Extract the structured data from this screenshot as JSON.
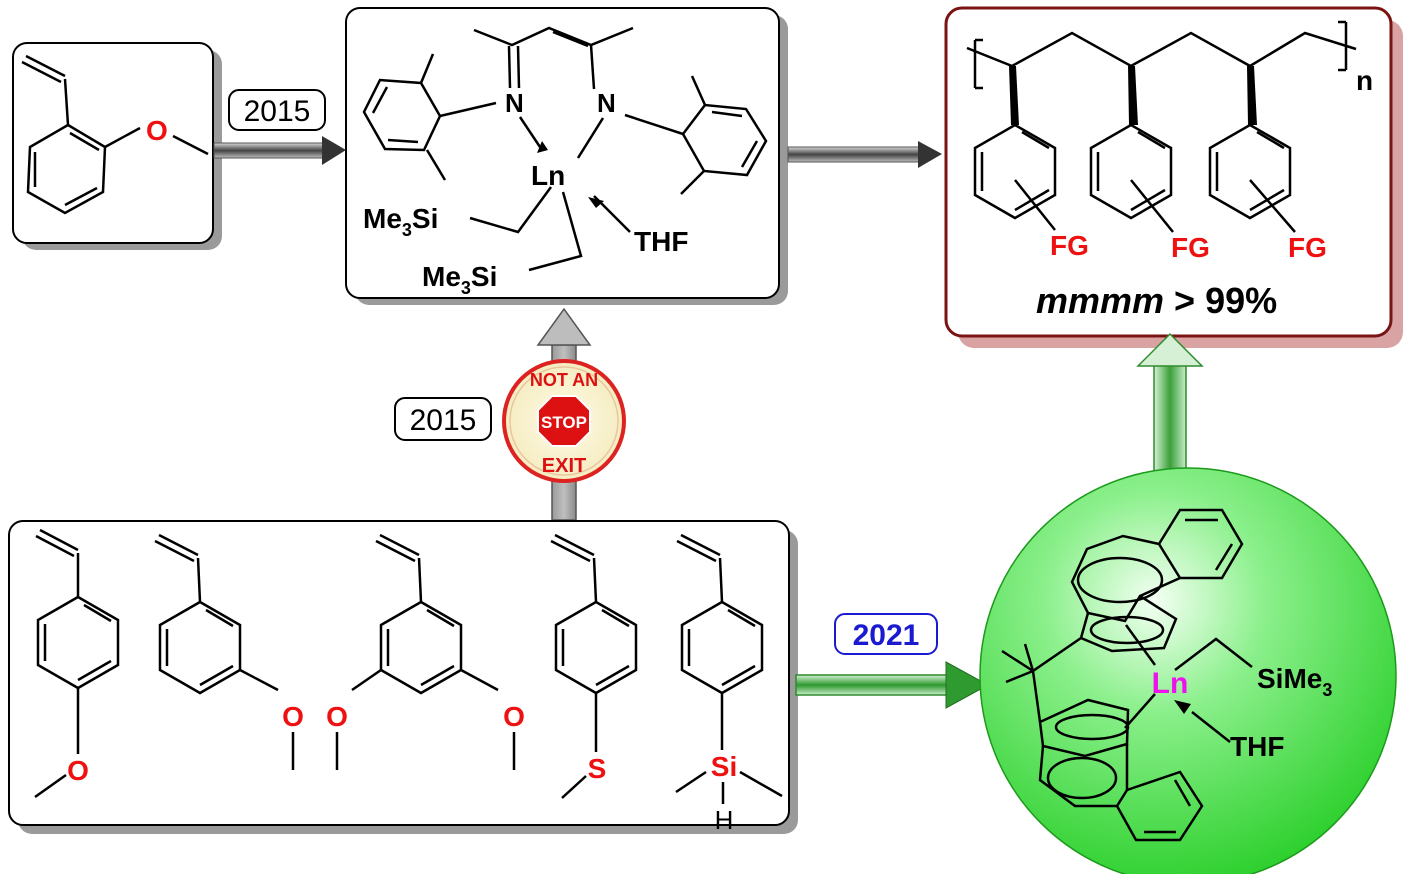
{
  "years": {
    "top": "2015",
    "middle": "2015",
    "bottom": "2021"
  },
  "catalyst_box": {
    "imine_n": "N",
    "amine_n": "N",
    "metal": "Ln",
    "ligand_1": "Me",
    "ligand_1_sub": "3",
    "ligand_1_tail": "Si",
    "ligand_2": "Me",
    "ligand_2_sub": "3",
    "ligand_2_tail": "Si",
    "solvent": "THF"
  },
  "monomer_top": {
    "oxygen": "O"
  },
  "polymer_box": {
    "repeat": "n",
    "fg_labels": [
      "FG",
      "FG",
      "FG"
    ],
    "tacticity_italic": "mmmm",
    "tacticity_value": " > 99%"
  },
  "sign": {
    "top_text": "NOT AN",
    "center_text": "STOP",
    "bottom_text": "EXIT"
  },
  "monomers_bottom": {
    "o_labels": [
      "O",
      "O",
      "O",
      "O"
    ],
    "s_label": "S",
    "si_label": "Si",
    "h_label": "H"
  },
  "sphere_catalyst": {
    "metal": "Ln",
    "alkyl": "SiMe",
    "alkyl_sub": "3",
    "solvent": "THF"
  },
  "colors": {
    "heteroatom": "#ee1111",
    "metal_pink": "#ee11ee",
    "year_blue": "#1a1ad0",
    "polymer_border": "#7a1414",
    "sphere_green": "#22dd22"
  }
}
